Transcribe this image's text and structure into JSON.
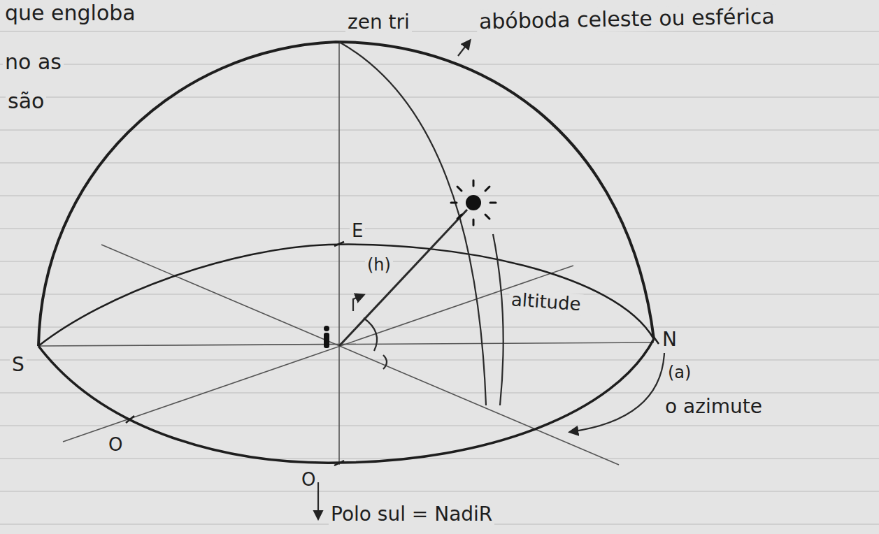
{
  "diagram": {
    "labels": [
      "que engloba",
      "no as",
      "são",
      "zen tri",
      "abóboda celeste ou esférica",
      "E",
      "(h)",
      "altitude",
      "S",
      "N",
      "(a)",
      "o azimute",
      "O",
      "O",
      "Polo sul = NadiR"
    ]
  }
}
